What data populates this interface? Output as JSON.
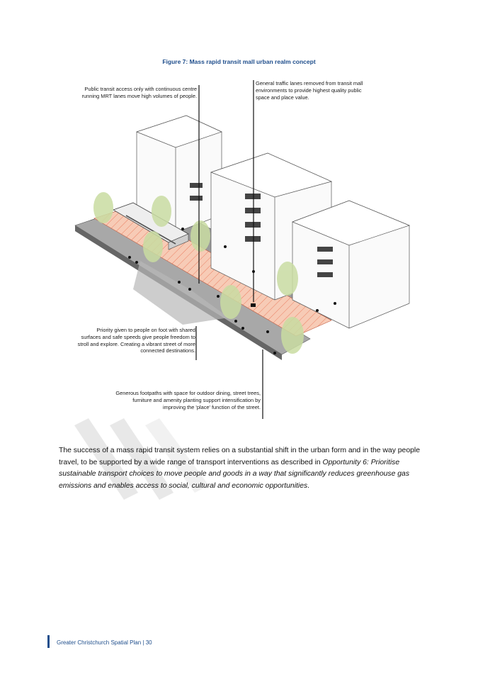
{
  "figure": {
    "caption": "Figure 7: Mass rapid transit mall urban realm concept",
    "annotations": {
      "transit_access": "Public transit access only with continuous centre running MRT lanes move high volumes of people.",
      "traffic_removed": "General traffic lanes removed from transit mall environments to provide highest quality public space and place value.",
      "priority_foot": "Priority given to people on foot with shared surfaces and safe speeds give people freedom to stroll and explore. Creating a vibrant street of more connected destinations.",
      "footpaths": "Generous footpaths with space for outdoor dining, street trees, furniture and amenity planting support intensification by improving the 'place' function of the street."
    },
    "colors": {
      "transit_lane": "#f7cbb6",
      "lane_pattern": "#ea7f62",
      "footpath": "#a8a8a8",
      "trees": "#c9dca2",
      "buildings": "#fafafa"
    }
  },
  "body": {
    "text_plain": "The success of a mass rapid transit system relies on a substantial shift in the urban form and in the way people travel, to be supported by a wide range of transport interventions as described in ",
    "text_italic": "Opportunity 6: Prioritise sustainable transport choices to move people and goods in a way that significantly reduces greenhouse gas emissions and enables access to social, cultural and economic opportunities",
    "text_end": "."
  },
  "footer": {
    "label": "Greater Christchurch Spatial Plan | 30"
  }
}
